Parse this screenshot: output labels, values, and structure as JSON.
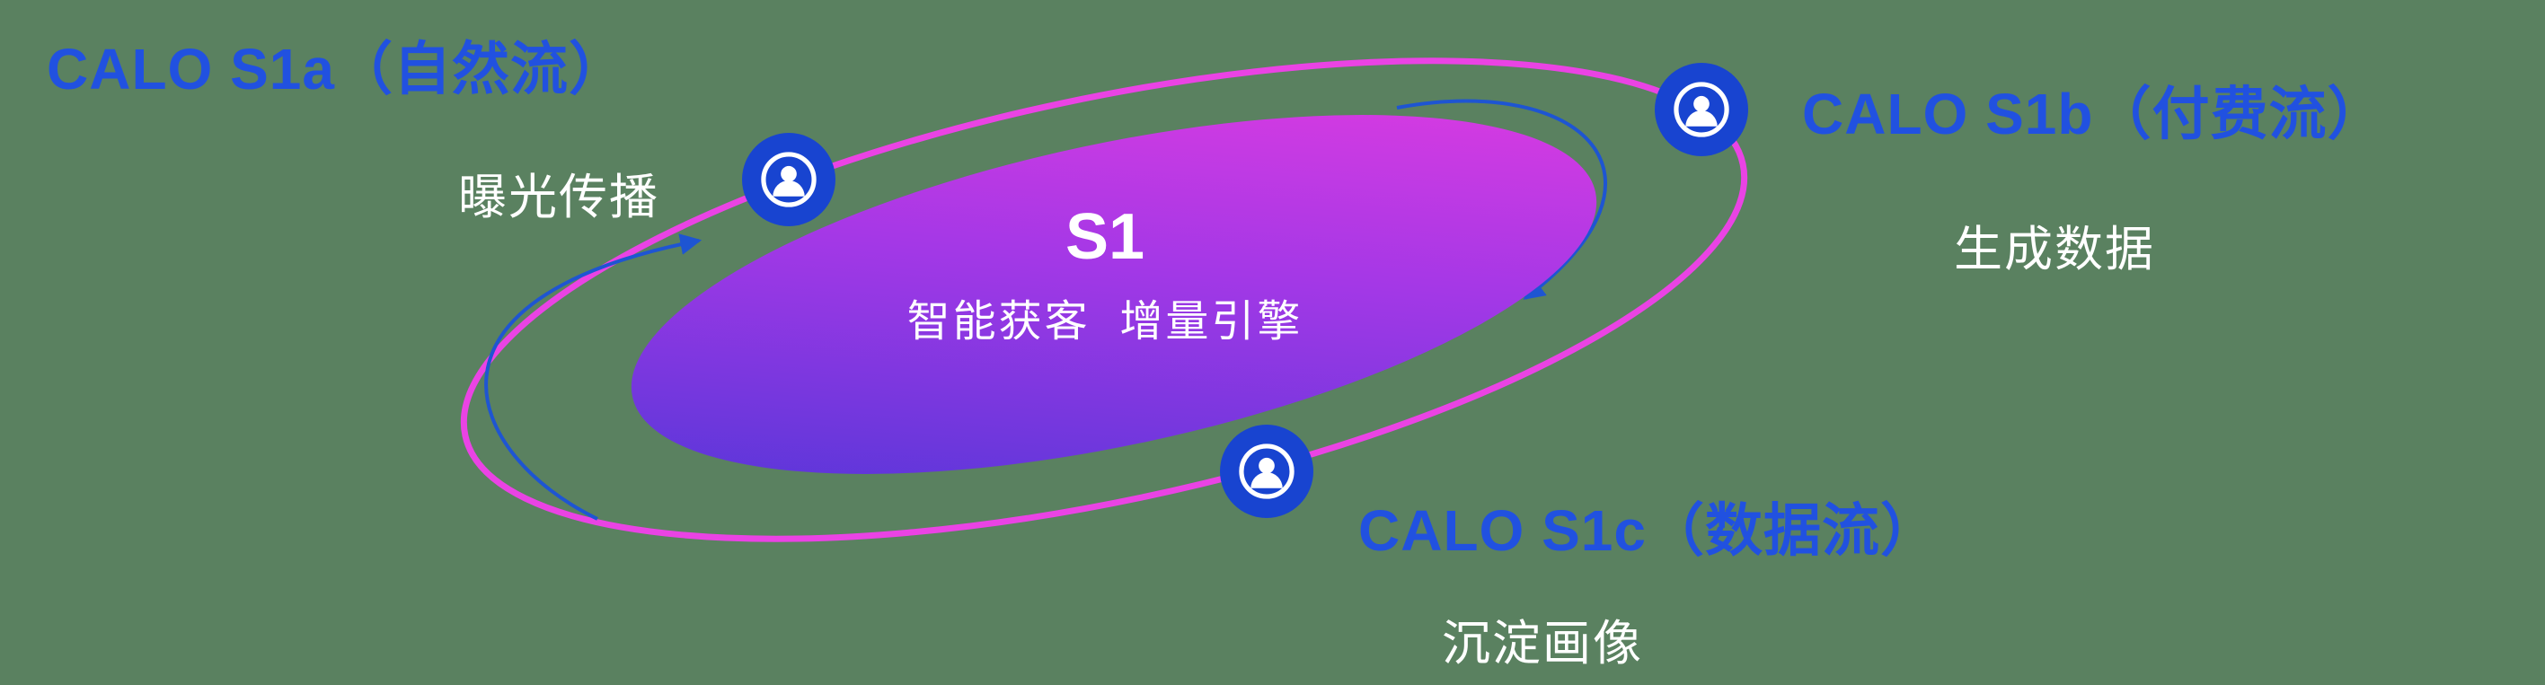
{
  "colors": {
    "background": "#5a8160",
    "label_blue": "#2151e0",
    "ring_magenta": "#ea43e4",
    "node_blue": "#1844d0",
    "arrow_blue": "#1e55d2",
    "core_gradient_start": "#4a36d6",
    "core_gradient_mid": "#a338e6",
    "core_gradient_end": "#e83ce0",
    "text_white": "#ffffff"
  },
  "core": {
    "title": "S1",
    "subtitle": "智能获客  增量引擎"
  },
  "nodes": [
    {
      "id": "s1a",
      "label": "CALO S1a（自然流）",
      "sublabel": "曝光传播"
    },
    {
      "id": "s1b",
      "label": "CALO S1b（付费流）",
      "sublabel": "生成数据"
    },
    {
      "id": "s1c",
      "label": "CALO S1c（数据流）",
      "sublabel": "沉淀画像"
    }
  ]
}
